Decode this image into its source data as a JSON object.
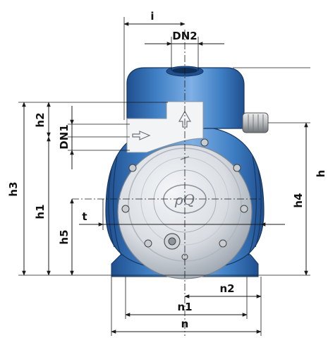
{
  "labels": {
    "i": "i",
    "dn2": "DN2",
    "dn1": "DN1",
    "h2": "h2",
    "h3": "h3",
    "h1": "h1",
    "h5": "h5",
    "h4": "h4",
    "h": "h",
    "t": "t",
    "n2": "n2",
    "n1": "n1",
    "n": "n",
    "logo": "ρQ"
  },
  "colors": {
    "body_blue": "#3f7fc4",
    "body_blue_dark": "#1f4f8f",
    "body_blue_light": "#7fb0e6",
    "cover_silver": "#d9dde2",
    "cover_shadow": "#9aa3ad",
    "dimension_line": "#1a1a1a"
  },
  "icons": [
    "arrow-up-icon",
    "arrow-right-icon",
    "pq-logo-icon"
  ]
}
